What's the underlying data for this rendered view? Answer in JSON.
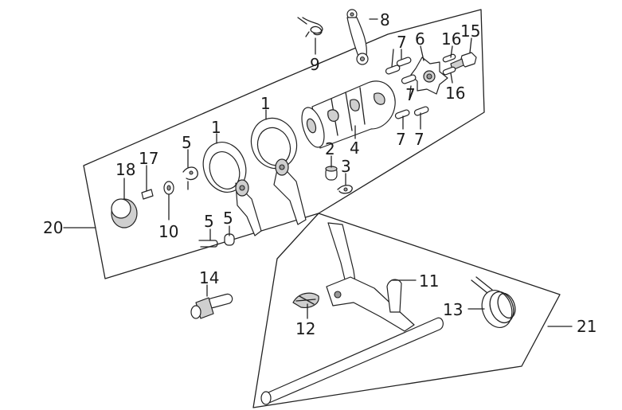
{
  "callouts": [
    {
      "id": "c1a",
      "text": "1"
    },
    {
      "id": "c1b",
      "text": "1"
    },
    {
      "id": "c2",
      "text": "2"
    },
    {
      "id": "c3",
      "text": "3"
    },
    {
      "id": "c4",
      "text": "4"
    },
    {
      "id": "c5a",
      "text": "5"
    },
    {
      "id": "c5b",
      "text": "5"
    },
    {
      "id": "c5c",
      "text": "5"
    },
    {
      "id": "c6",
      "text": "6"
    },
    {
      "id": "c7a",
      "text": "7"
    },
    {
      "id": "c7b",
      "text": "7"
    },
    {
      "id": "c7c",
      "text": "7"
    },
    {
      "id": "c7d",
      "text": "7"
    },
    {
      "id": "c8",
      "text": "8"
    },
    {
      "id": "c9",
      "text": "9"
    },
    {
      "id": "c10",
      "text": "10"
    },
    {
      "id": "c11",
      "text": "11"
    },
    {
      "id": "c12",
      "text": "12"
    },
    {
      "id": "c13",
      "text": "13"
    },
    {
      "id": "c14",
      "text": "14"
    },
    {
      "id": "c15",
      "text": "15"
    },
    {
      "id": "c16a",
      "text": "16"
    },
    {
      "id": "c16b",
      "text": "16"
    },
    {
      "id": "c17",
      "text": "17"
    },
    {
      "id": "c18",
      "text": "18"
    },
    {
      "id": "c20",
      "text": "20"
    },
    {
      "id": "c21",
      "text": "21"
    }
  ]
}
